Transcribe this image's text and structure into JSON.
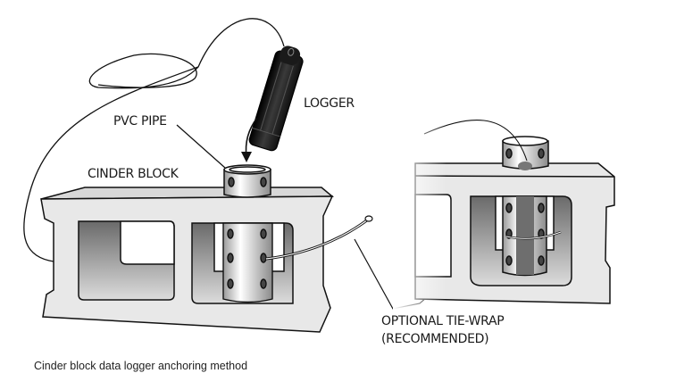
{
  "diagram": {
    "labels": {
      "logger": "LOGGER",
      "pvc_pipe": "PVC PIPE",
      "cinder_block": "CINDER BLOCK",
      "tie_wrap_line1": "OPTIONAL TIE-WRAP",
      "tie_wrap_line2": "(RECOMMENDED)"
    },
    "caption": "Cinder block data logger anchoring method",
    "colors": {
      "stroke": "#111111",
      "block_face": "#e6e6e6",
      "logger_body": "#1e1e1e"
    }
  }
}
